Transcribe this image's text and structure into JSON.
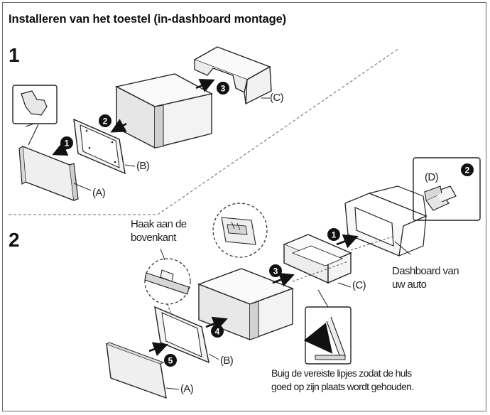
{
  "title": "Installeren van het toestel (in-dashboard montage)",
  "steps": {
    "one": "1",
    "two": "2"
  },
  "callouts": {
    "n1": "1",
    "n2": "2",
    "n3": "3",
    "n4": "4",
    "n5": "5"
  },
  "labels": {
    "a": "(A)",
    "b": "(B)",
    "c": "(C)",
    "d": "(D)",
    "hook_line1": "Haak aan de",
    "hook_line2": "bovenkant",
    "dashboard_line1": "Dashboard van",
    "dashboard_line2": "uw auto",
    "bend_line1": "Buig de vereiste lipjes zodat de huls",
    "bend_line2": "goed op zijn plaats wordt gehouden."
  },
  "colors": {
    "ink": "#111111",
    "shade": "#d9d9d9",
    "panel": "#efefef",
    "frame": "#6b6b6b"
  }
}
